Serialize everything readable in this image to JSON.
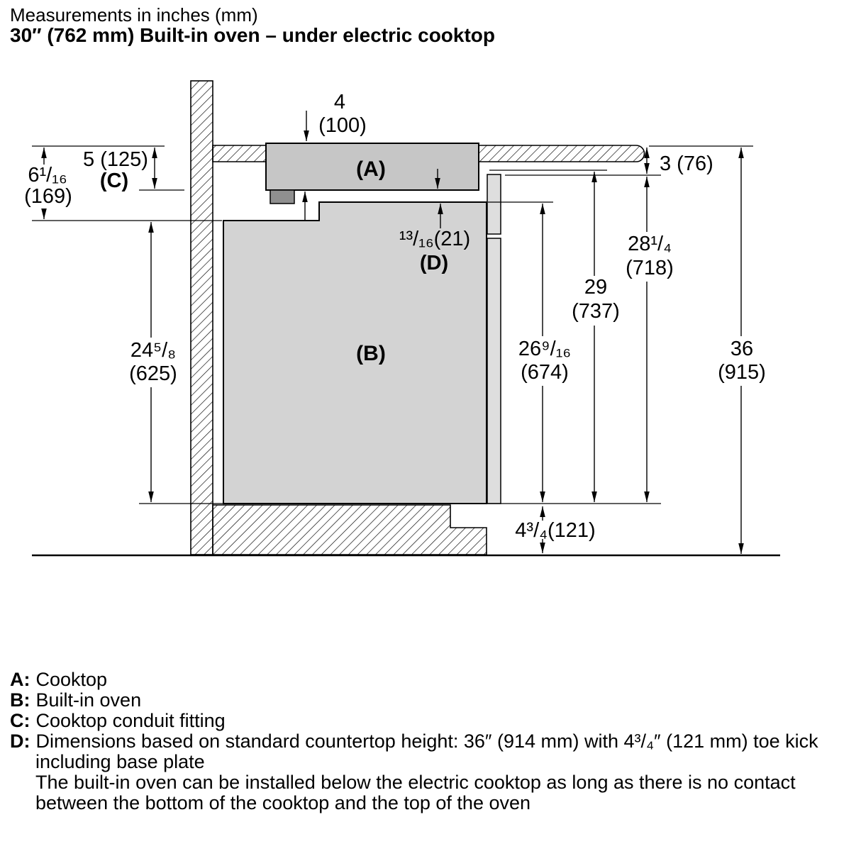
{
  "header": {
    "subtitle": "Measurements in inches (mm)",
    "title": "30″ (762 mm) Built-in oven – under electric cooktop"
  },
  "diagram": {
    "labels": {
      "cooktop": "(A)",
      "oven": "(B)",
      "conduit": "(C)",
      "note": "(D)"
    },
    "dims": {
      "cooktop_depth_in": "4",
      "cooktop_depth_mm": "(100)",
      "conduit_clearance": "5 (125)",
      "counter_to_oven_in": "6¹/₁₆",
      "counter_to_oven_mm": "(169)",
      "counter_overhang": "3 (76)",
      "panel_height_in": "28¹/₄",
      "panel_height_mm": "(718)",
      "cooktop_to_base_in": "29",
      "cooktop_to_base_mm": "(737)",
      "oven_cavity_in": "26⁹/₁₆",
      "oven_cavity_mm": "(674)",
      "oven_height_in": "24⁵/₈",
      "oven_height_mm": "(625)",
      "counter_height_in": "36",
      "counter_height_mm": "(915)",
      "gap": "¹³/₁₆(21)",
      "toe_kick": "4³/₄(121)"
    }
  },
  "legend": {
    "a_key": "A:",
    "a_text": "Cooktop",
    "b_key": "B:",
    "b_text": "Built-in oven",
    "c_key": "C:",
    "c_text": "Cooktop conduit fitting",
    "d_key": "D:",
    "d_text": "Dimensions based on standard countertop height: 36″ (914 mm) with 4³/₄″ (121 mm) toe kick including base plate",
    "d_note": "The built-in oven can be installed below the electric cooktop as long as there is no contact between the bottom of the cooktop and the top of the oven"
  }
}
